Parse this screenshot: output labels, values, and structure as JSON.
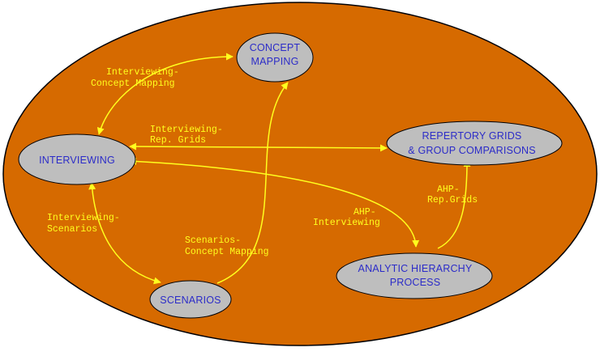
{
  "colors": {
    "background": "#ffffff",
    "outer_ellipse": "#d66a00",
    "node_fill": "#bebebe",
    "node_text": "#2c2cc8",
    "edge_color": "#ffff1e",
    "edge_text": "#ffff1e"
  },
  "nodes": {
    "concept_mapping": {
      "line1": "CONCEPT",
      "line2": "MAPPING"
    },
    "interviewing": {
      "line1": "INTERVIEWING"
    },
    "repertory_grids": {
      "line1": "REPERTORY GRIDS",
      "line2": "& GROUP COMPARISONS"
    },
    "analytic_hierarchy": {
      "line1": "ANALYTIC HIERARCHY",
      "line2": "PROCESS"
    },
    "scenarios": {
      "line1": "SCENARIOS"
    }
  },
  "edges": {
    "interviewing_concept": {
      "line1": "Interviewing-",
      "line2": "Concept Mapping"
    },
    "interviewing_repgrids": {
      "line1": "Interviewing-",
      "line2": "Rep. Grids"
    },
    "interviewing_scenarios": {
      "line1": "Interviewing-",
      "line2": "Scenarios"
    },
    "scenarios_concept": {
      "line1": "Scenarios-",
      "line2": "Concept Mapping"
    },
    "ahp_interviewing": {
      "line1": "AHP-",
      "line2": "Interviewing"
    },
    "ahp_repgrids": {
      "line1": "AHP-",
      "line2": "Rep.Grids"
    }
  }
}
